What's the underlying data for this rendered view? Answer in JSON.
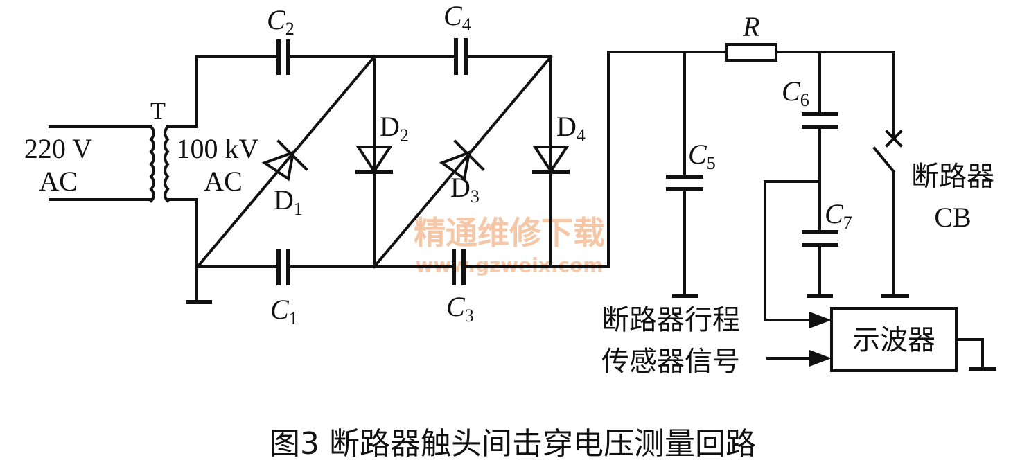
{
  "labels": {
    "transformer": "T",
    "input_voltage": "220 V",
    "input_type": "AC",
    "output_voltage": "100 kV",
    "output_type": "AC",
    "C1": {
      "main": "C",
      "sub": "1"
    },
    "C2": {
      "main": "C",
      "sub": "2"
    },
    "C3": {
      "main": "C",
      "sub": "3"
    },
    "C4": {
      "main": "C",
      "sub": "4"
    },
    "C5": {
      "main": "C",
      "sub": "5"
    },
    "C6": {
      "main": "C",
      "sub": "6"
    },
    "C7": {
      "main": "C",
      "sub": "7"
    },
    "D1": {
      "main": "D",
      "sub": "1"
    },
    "D2": {
      "main": "D",
      "sub": "2"
    },
    "D3": {
      "main": "D",
      "sub": "3"
    },
    "D4": {
      "main": "D",
      "sub": "4"
    },
    "R": "R",
    "breaker": "断路器",
    "breaker_abbr": "CB",
    "sensor_line1": "断路器行程",
    "sensor_line2": "传感器信号",
    "oscilloscope": "示波器"
  },
  "watermark": {
    "line1": "精通维修下载",
    "line2": "www.gzweix.com"
  },
  "caption": "图3  断路器触头间击穿电压测量回路"
}
